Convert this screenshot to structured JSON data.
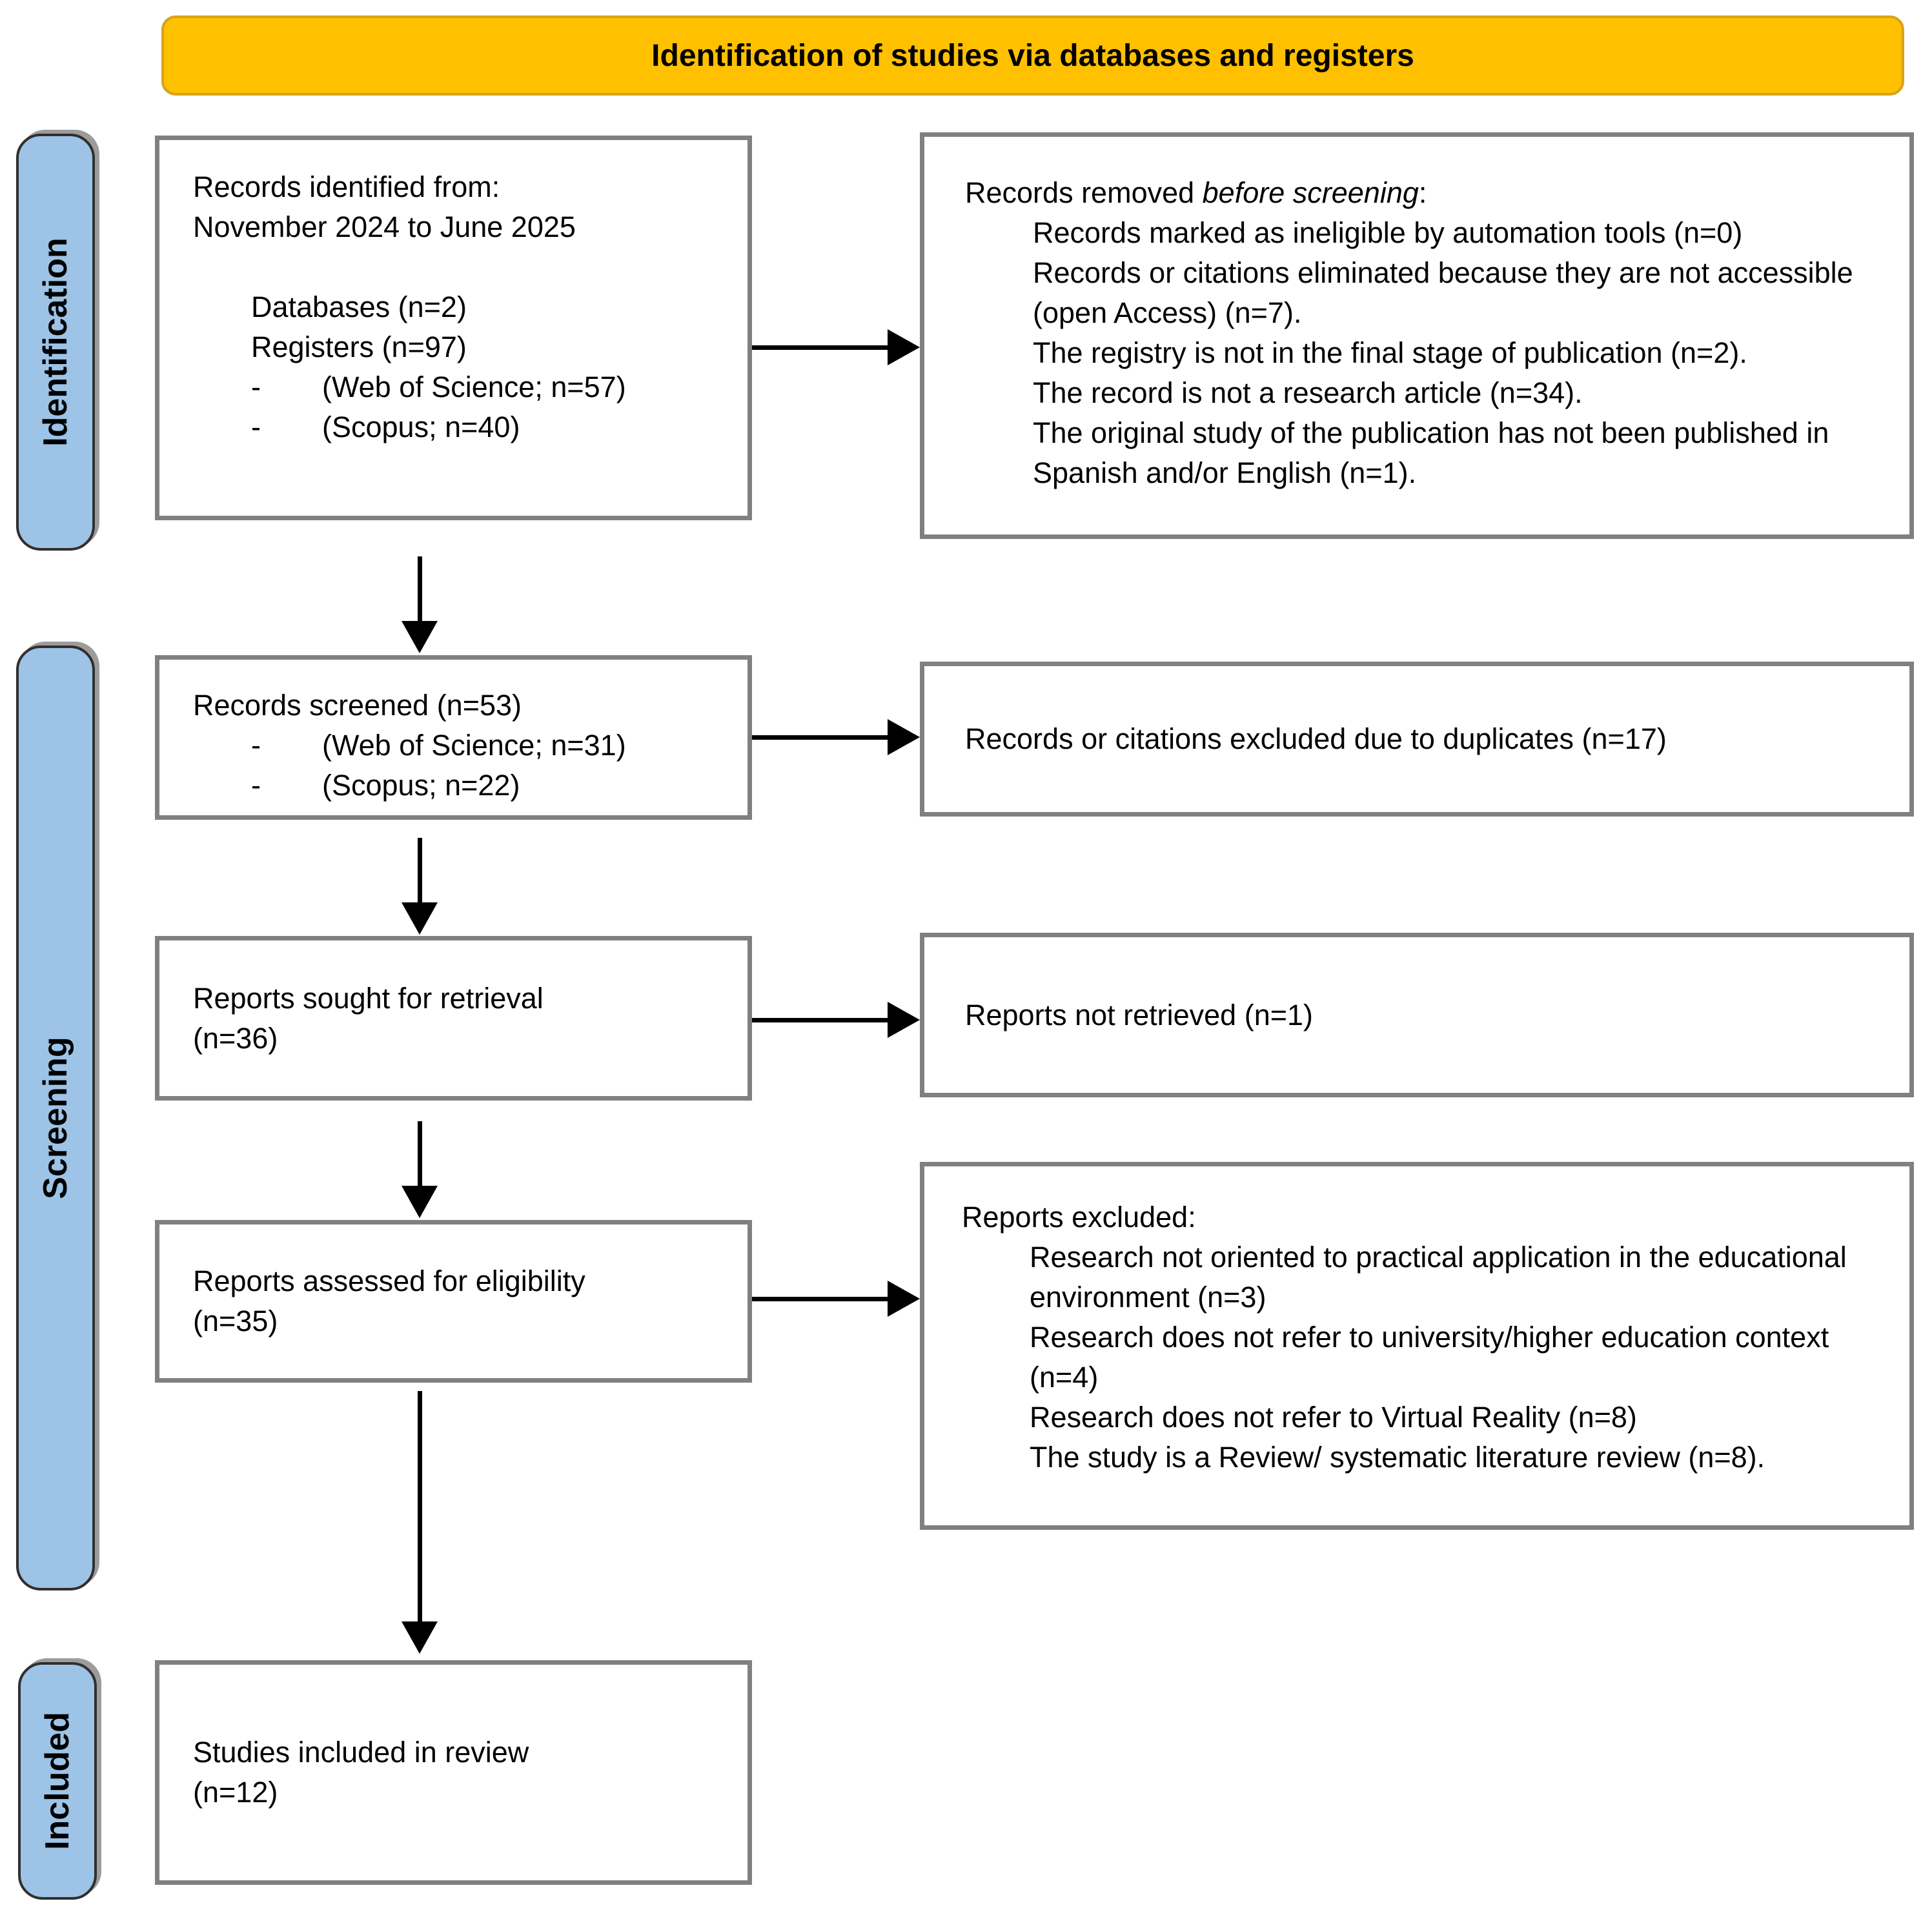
{
  "header": {
    "title": "Identification of studies via databases and registers"
  },
  "stages": [
    {
      "label": "Identification"
    },
    {
      "label": "Screening"
    },
    {
      "label": "Included"
    }
  ],
  "colors": {
    "banner_bg": "#FFC000",
    "stage_bg": "#9DC3E6",
    "box_border": "#808080",
    "arrow": "#000000",
    "text": "#000000"
  },
  "boxes": {
    "identified": {
      "line1": "Records identified from:",
      "line2": "November 2024 to June 2025",
      "sub1": "Databases (n=2)",
      "sub2": "Registers (n=97)",
      "bullets": [
        {
          "dash": "-",
          "text": "(Web of Science; n=57)"
        },
        {
          "dash": "-",
          "text": "(Scopus; n=40)"
        }
      ]
    },
    "removed": {
      "heading_prefix": "Records removed ",
      "heading_italic": "before screening",
      "heading_suffix": ":",
      "items": [
        "Records marked as ineligible by automation tools (n=0)",
        "Records or citations eliminated because they are not accessible (open Access) (n=7).",
        "The registry is not in the final stage of publication (n=2).",
        "The record is not a research article (n=34).",
        "The original study of the publication has not been published in Spanish and/or English (n=1)."
      ]
    },
    "screened": {
      "line1": "Records screened (n=53)",
      "bullets": [
        {
          "dash": "-",
          "text": "(Web of Science; n=31)"
        },
        {
          "dash": "-",
          "text": "(Scopus; n=22)"
        }
      ]
    },
    "duplicates": {
      "text": "Records or citations excluded due to duplicates (n=17)"
    },
    "sought": {
      "line1": "Reports sought for retrieval",
      "line2": "(n=36)"
    },
    "not_retrieved": {
      "text": "Reports not retrieved (n=1)"
    },
    "assessed": {
      "line1": "Reports assessed for eligibility",
      "line2": "(n=35)"
    },
    "excluded": {
      "heading": "Reports excluded:",
      "items": [
        "Research not oriented to practical application in the educational environment (n=3)",
        "Research does not refer to university/higher education context (n=4)",
        "Research does not refer to Virtual Reality (n=8)",
        "The study is a Review/ systematic literature review (n=8)."
      ]
    },
    "included": {
      "line1": "Studies included in review",
      "line2": "(n=12)"
    }
  }
}
